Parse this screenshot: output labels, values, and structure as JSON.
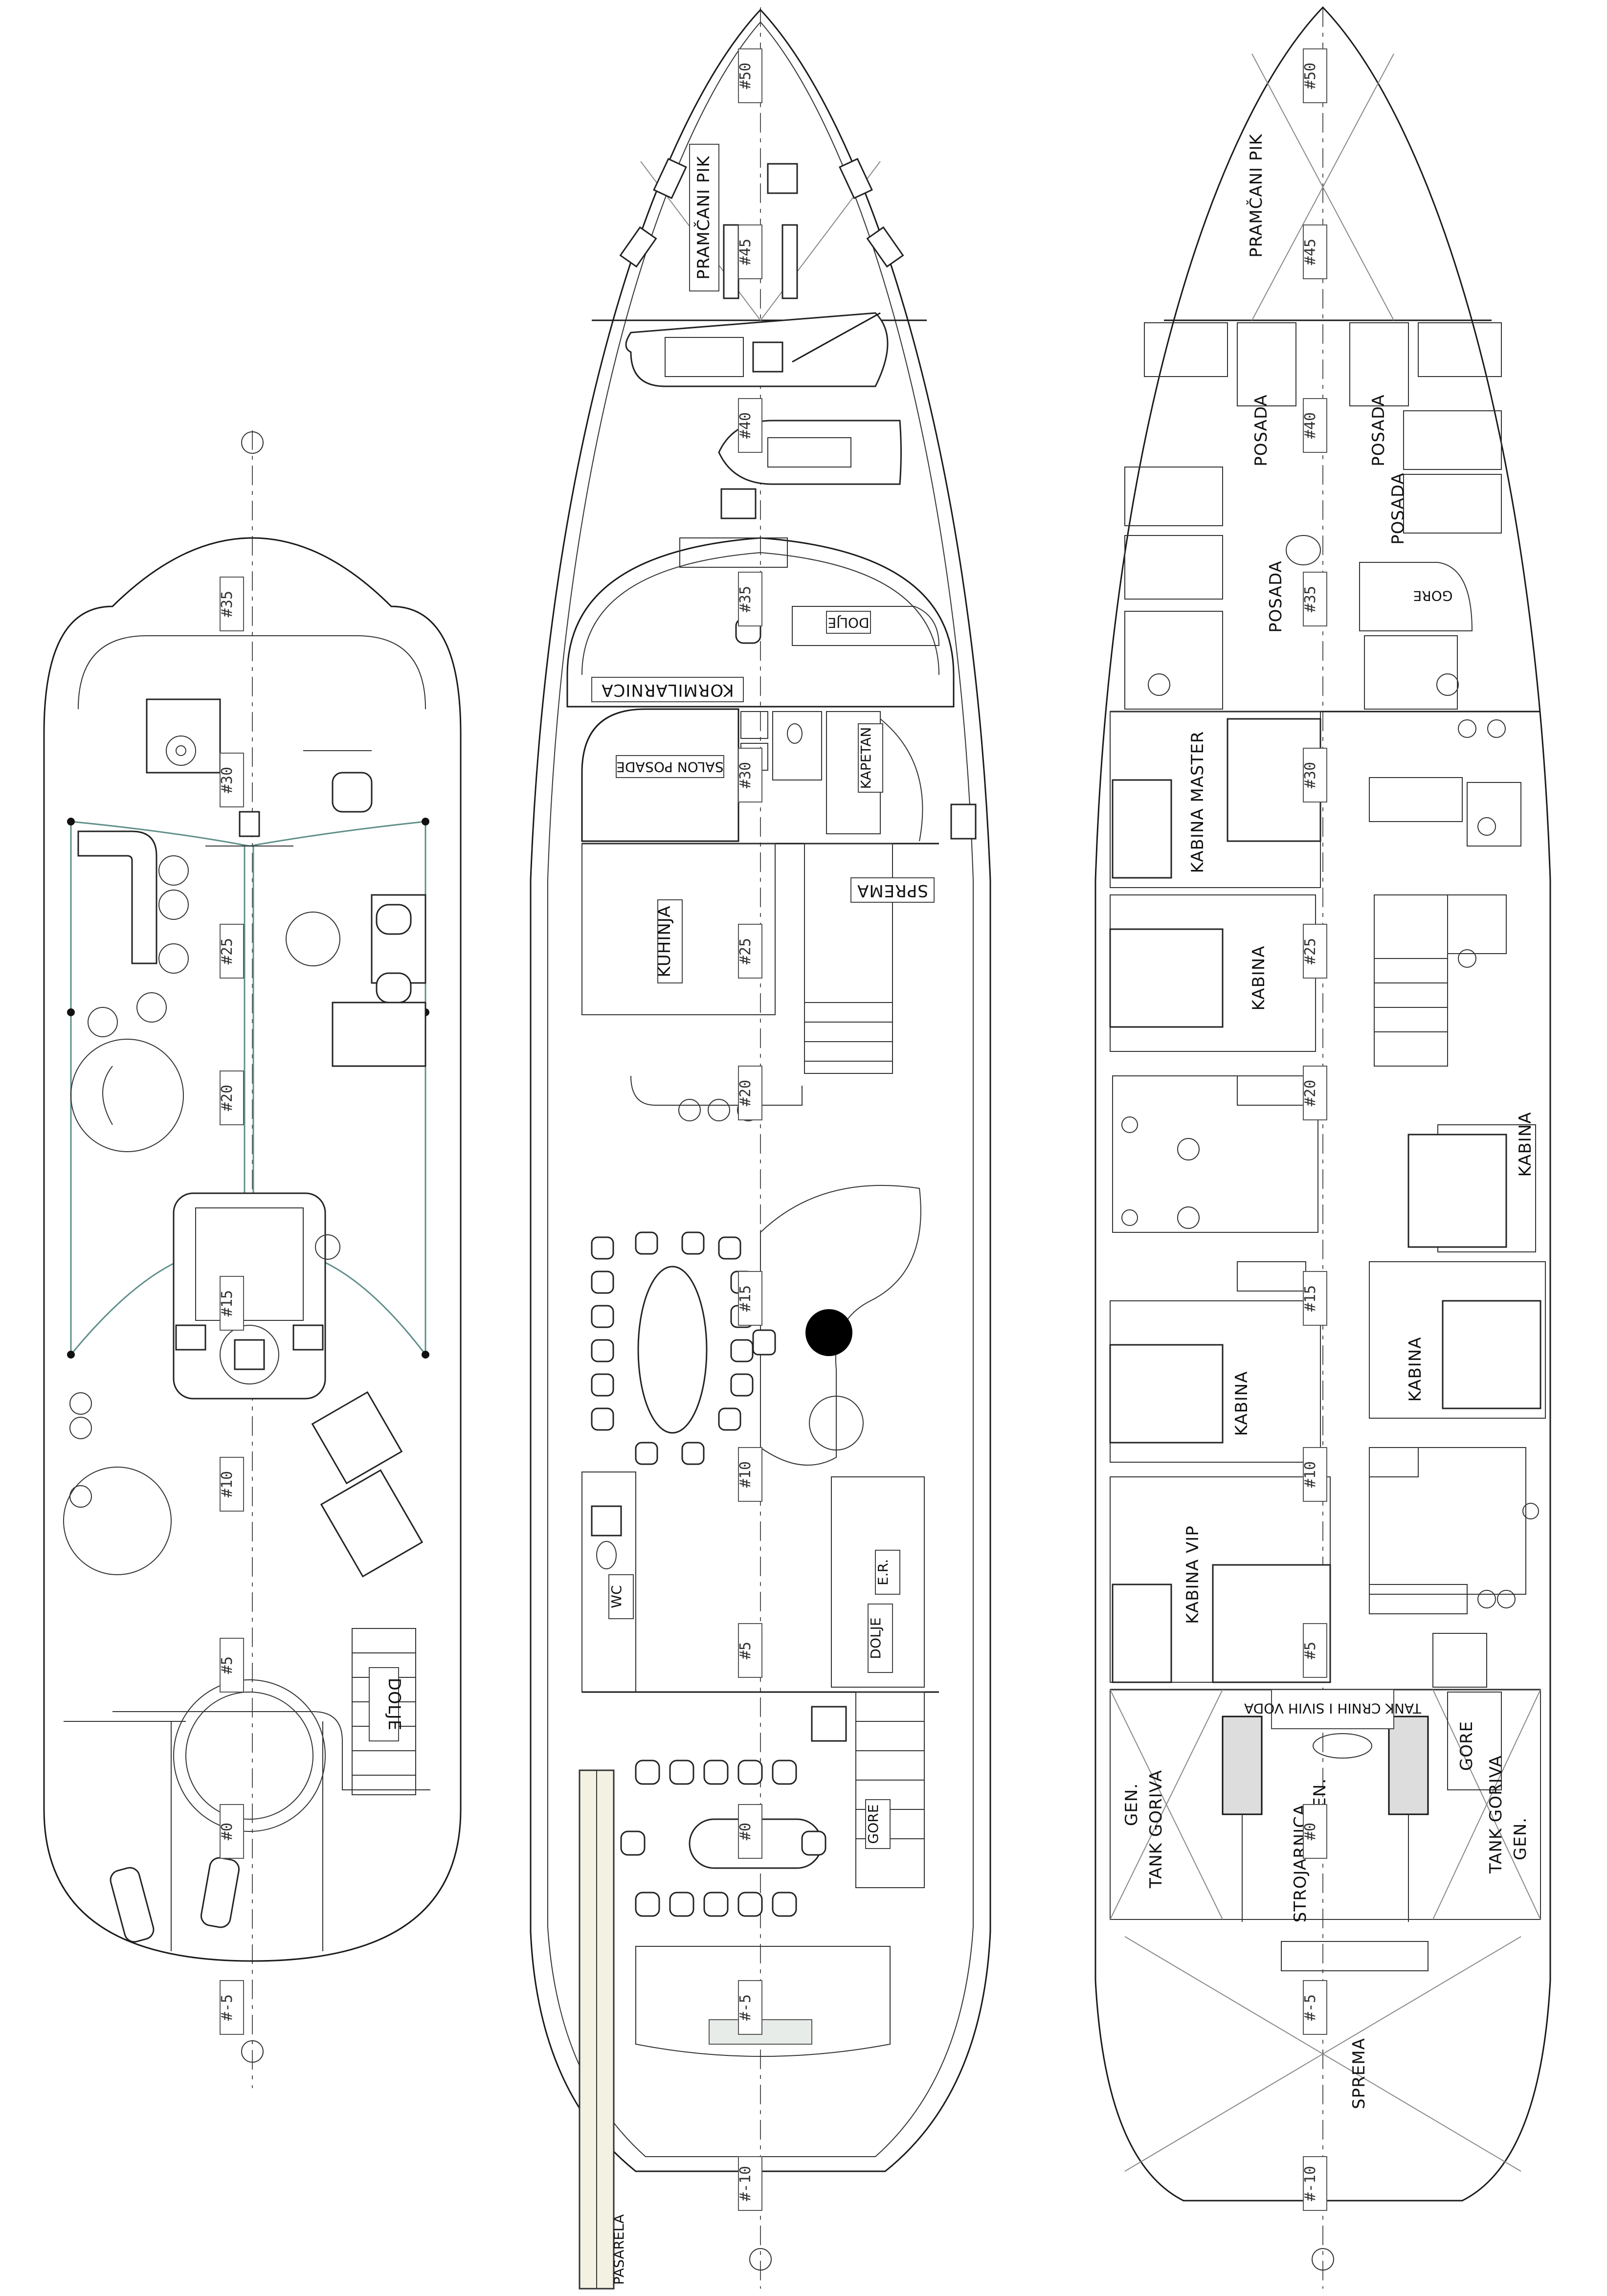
{
  "decks": [
    {
      "id": "sun-deck",
      "frame_marks": [
        "#35",
        "#30",
        "#25",
        "#20",
        "#15",
        "#10",
        "#5",
        "#0",
        "#-5"
      ],
      "labels": {
        "stairs_down": "DOLJE"
      }
    },
    {
      "id": "main-deck",
      "frame_marks": [
        "#50",
        "#45",
        "#40",
        "#35",
        "#30",
        "#25",
        "#20",
        "#15",
        "#10",
        "#5",
        "#0",
        "#-5",
        "#-10"
      ],
      "labels": {
        "forepeak": "PRAMČANI PIK",
        "wheelhouse": "KORMILARNICA",
        "crew_salon": "SALON POSADE",
        "captain": "KAPETAN",
        "storage": "SPREMA",
        "galley": "KUHINJA",
        "wc": "WC",
        "engine_room": "E.R.",
        "stairs_down_1": "DOLJE",
        "stairs_down_2": "DOLJE",
        "stairs_up": "GORE",
        "gangway": "PASARELA"
      }
    },
    {
      "id": "lower-deck",
      "frame_marks": [
        "#50",
        "#45",
        "#40",
        "#35",
        "#30",
        "#25",
        "#20",
        "#15",
        "#10",
        "#5",
        "#0",
        "#-5",
        "#-10"
      ],
      "labels": {
        "forepeak": "PRAMČANI PIK",
        "crew_1": "POSADA",
        "crew_2": "POSADA",
        "crew_3": "POSADA",
        "crew_4": "POSADA",
        "stairs_up_1": "GORE",
        "master_cabin": "KABINA MASTER",
        "cabin_1": "KABINA",
        "cabin_2": "KABINA",
        "cabin_3": "KABINA",
        "cabin_4": "KABINA",
        "vip_cabin": "KABINA VIP",
        "tank_water": "TANK CRNIH I SIVIH VODA",
        "fuel_tank_port": "TANK GORIVA",
        "fuel_tank_stbd": "TANK GORIVA",
        "gen_1": "GEN.",
        "gen_2": "GEN.",
        "gen_3": "GEN.",
        "engine_room": "STROJARNICA",
        "stairs_up_2": "GORE",
        "storage": "SPREMA"
      }
    }
  ]
}
